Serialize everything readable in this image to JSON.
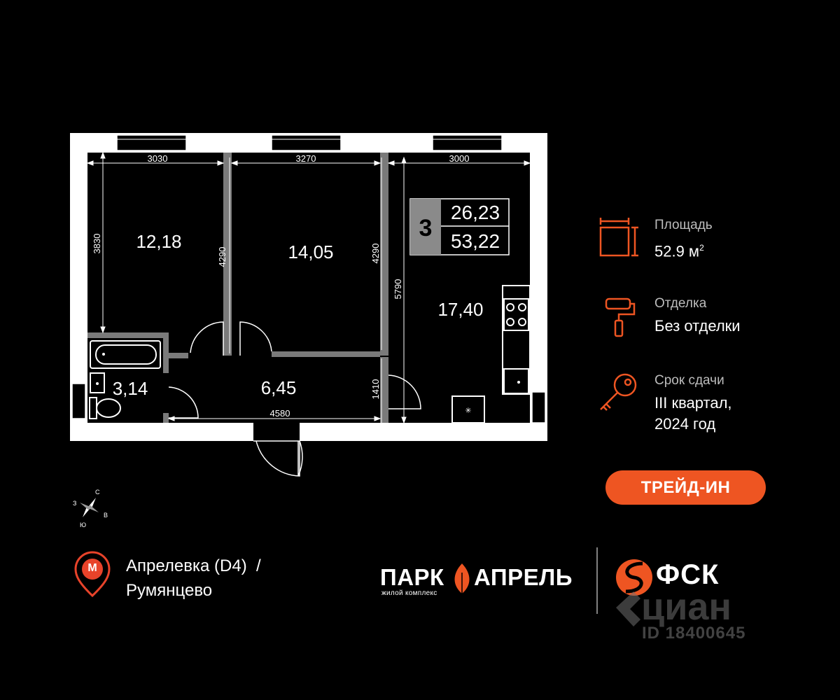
{
  "plan": {
    "dimensions": {
      "room1_width": "3030",
      "room2_width": "3270",
      "room3_width": "3000",
      "room1_depth": "3830",
      "wall1_depth": "4290",
      "wall2_depth": "4290",
      "kitchen_depth": "5790",
      "hall_depth": "1410",
      "hall_width": "4580"
    },
    "areas": {
      "room1": "12,18",
      "room2": "14,05",
      "kitchen": "17,40",
      "bathroom": "3,14",
      "hall": "6,45"
    },
    "summary_box": {
      "rooms": "3",
      "living_area": "26,23",
      "total_area": "53,22"
    }
  },
  "info": {
    "area": {
      "label": "Площадь",
      "value": "52.9 м",
      "unit_sup": "2"
    },
    "finish": {
      "label": "Отделка",
      "value": "Без отделки"
    },
    "deadline": {
      "label": "Срок сдачи",
      "value_line1": "III квартал,",
      "value_line2": "2024 год"
    }
  },
  "trade_in_button": "ТРЕЙД-ИН",
  "compass": {
    "n": "С",
    "w": "З",
    "e": "В",
    "s": "Ю"
  },
  "metro": {
    "line1": "Апрелевка (D4)  /",
    "line2": "Румянцево",
    "icon_letter": "М"
  },
  "brand": {
    "left": "ПАРК",
    "right": "АПРЕЛЬ",
    "sub": "жилой комплекс"
  },
  "developer": {
    "name": "ФСК"
  },
  "watermark": {
    "name": "циан",
    "id": "ID 18400645"
  },
  "colors": {
    "accent": "#ee5522",
    "wall": "#ffffff",
    "partition": "#7a7a7a",
    "background": "#000000"
  }
}
